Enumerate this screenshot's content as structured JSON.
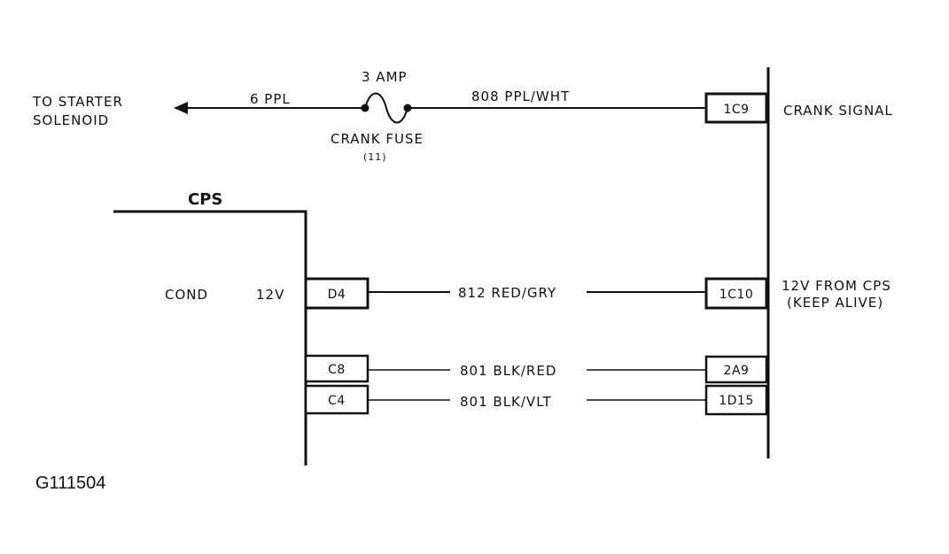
{
  "labels": {
    "to_starter": "TO STARTER",
    "solenoid": "SOLENOID",
    "wire_6ppl": "6 PPL",
    "fuse_rating": "3 AMP",
    "wire_808": "808 PPL/WHT",
    "crank_fuse": "CRANK FUSE",
    "fuse_number": "(11)",
    "crank_signal": "CRANK SIGNAL",
    "cps": "CPS",
    "cond": "COND",
    "volt_12v": "12V",
    "wire_812": "812 RED/GRY",
    "keep_alive_1": "12V FROM CPS",
    "keep_alive_2": "(KEEP ALIVE)",
    "wire_801_red": "801 BLK/RED",
    "wire_801_vlt": "801 BLK/VLT",
    "figure_id": "G111504"
  },
  "connectors": {
    "left": [
      "D4",
      "C8",
      "C4"
    ],
    "right": [
      "1C9",
      "1C10",
      "2A9",
      "1D15"
    ]
  },
  "colors": {
    "ink": "#111111",
    "background": "#ffffff"
  }
}
